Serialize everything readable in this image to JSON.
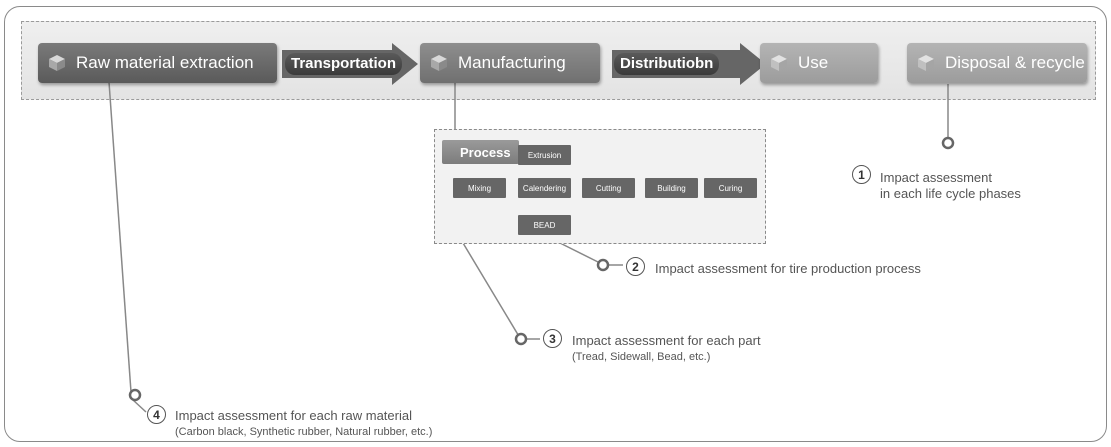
{
  "phases": [
    {
      "label": "Raw material extraction",
      "icon": "cube-icon"
    },
    {
      "label": "Manufacturing",
      "icon": "cube-icon"
    },
    {
      "label": "Use",
      "icon": "cube-icon"
    },
    {
      "label": "Disposal & recycle",
      "icon": "cube-icon"
    }
  ],
  "connectors": [
    {
      "label": "Transportation"
    },
    {
      "label": "Distributiobn"
    }
  ],
  "process": {
    "title": "Process",
    "steps": [
      "Extrusion",
      "Mixing",
      "Calendering",
      "Cutting",
      "Building",
      "Curing",
      "BEAD"
    ]
  },
  "assessments": [
    {
      "number": "1",
      "line1": "Impact assessment",
      "line2": "in each life cycle phases"
    },
    {
      "number": "2",
      "line1": "Impact assessment for tire production process"
    },
    {
      "number": "3",
      "line1": "Impact assessment for each part",
      "line2": "(Tread, Sidewall, Bead, etc.)"
    },
    {
      "number": "4",
      "line1": "Impact assessment for each raw material",
      "line2": "(Carbon black, Synthetic rubber, Natural rubber, etc.)"
    }
  ]
}
